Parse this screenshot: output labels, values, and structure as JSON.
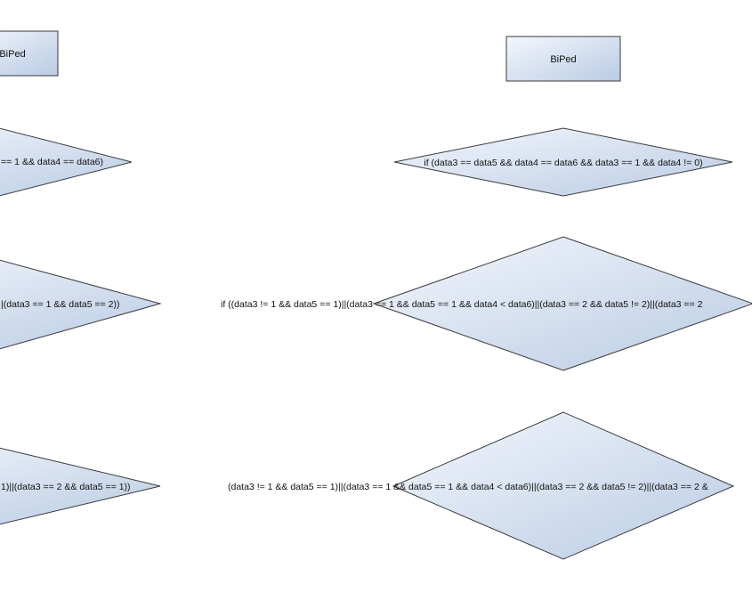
{
  "diagram": {
    "gradient": {
      "start": "#f4f7fc",
      "end": "#b9cbe4"
    },
    "left_column": {
      "process": {
        "label": "BiPed"
      },
      "decision_1": {
        "label": "== 1 && data4 == data6)"
      },
      "decision_2": {
        "label": "|(data3 == 1 && data5 == 2))"
      },
      "decision_3": {
        "label": "1)||(data3 == 2 && data5 == 1))"
      }
    },
    "right_column": {
      "process": {
        "label": "BiPed"
      },
      "decision_1": {
        "label": "if (data3 == data5 && data4 == data6 && data3 == 1 && data4 != 0)"
      },
      "decision_2": {
        "label": "if ((data3 != 1 && data5 == 1)||(data3 == 1 && data5 == 1 && data4 < data6)||(data3 == 2 && data5 != 2)||(data3 == 2"
      },
      "decision_3": {
        "label": "(data3 != 1 && data5 == 1)||(data3 == 1 && data5 == 1 && data4 < data6)||(data3 == 2 && data5 != 2)||(data3 == 2 &"
      }
    }
  }
}
